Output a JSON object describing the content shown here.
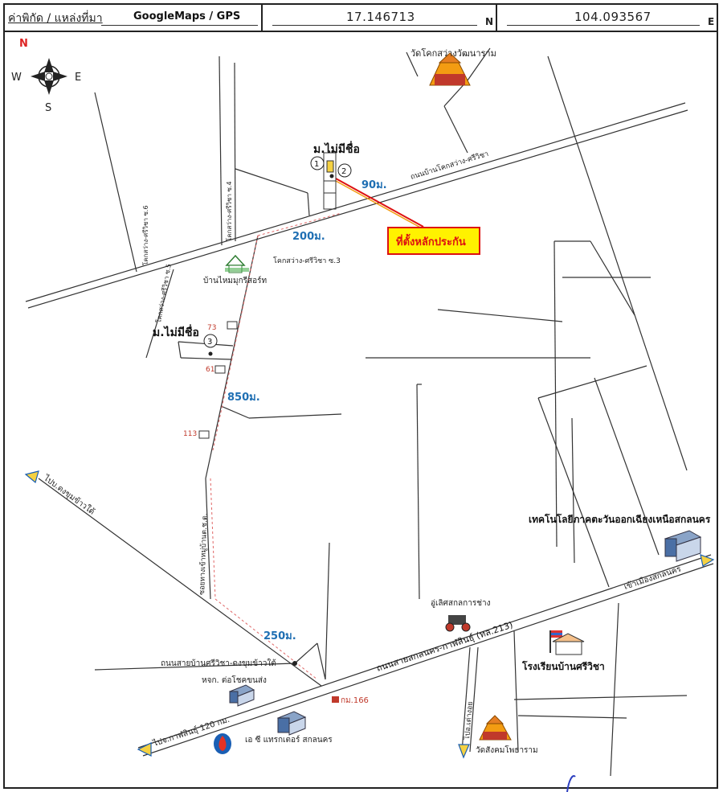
{
  "header": {
    "coord_label": "ค่าพิกัด / แหล่งที่มา",
    "source": "GoogleMaps / GPS",
    "lat": "17.146713",
    "lat_unit": "N",
    "lon": "104.093567",
    "lon_unit": "E"
  },
  "compass": {
    "n": "N",
    "s": "S",
    "e": "E",
    "w": "W"
  },
  "colors": {
    "distance_text": "#1f6fb3",
    "house_no": "#c0392b",
    "callout_bg": "#fff200",
    "callout_border": "#d11",
    "route_dash": "#e06666"
  },
  "labels": {
    "temple_top": "วัดโคกสว่างวัฒนาราม",
    "village1": "ม.ไม่มีชื่อ",
    "village2": "ม.ไม่มีชื่อ",
    "dist_90": "90ม.",
    "dist_200": "200ม.",
    "dist_850": "850ม.",
    "dist_250": "250ม.",
    "callout": "ที่ตั้งหลักประกัน",
    "road_main": "ถนนบ้านโคกสว่าง-ศรีวิชา",
    "soi6": "โคกสว่าง-ศรีวิชา ซ.6",
    "soi4": "โคกสว่าง-ศรีวิชา ซ.4",
    "soi5": "โคกสว่าง-ศรีวิชา ซ.5",
    "soi3": "โคกสว่าง-ศรีวิชา ซ.3",
    "resort": "บ้านไหมมุกรีสอร์ท",
    "house73": "73",
    "house61": "61",
    "house113": "113",
    "marker1": "1",
    "marker2": "2",
    "marker3": "3",
    "to_dong": "ไปบ.ดงขุมข้าวใต้",
    "soi_village": "ซอยทางเข้าหมู่บ้านต.ช.ต.",
    "tech_college": "เทคโนโลยีภาคตะวันออกเฉียงเหนือสกลนคร",
    "to_sakon": "เข้าเมืองสกลนคร",
    "garage": "อู่เลิศสกลการช่าง",
    "highway": "ถนนสายสกลนคร-กาฬสินธุ์ (ทล.213)",
    "road_sriwicha": "ถนนสายบ้านศรีวิชา-ดงขุมข้าวใต้",
    "school": "โรงเรียนบ้านศรีวิชา",
    "shop": "หจก. ต่อโชคขนส่ง",
    "km166": "กม.166",
    "to_kalasin": "ไปจ.กาฬสินธุ์ 120 กม.",
    "ac_tractor": "เอ ซี แทรกเตอร์ สกลนคร",
    "to_taongoi": "ไปอ.เต่างอย",
    "temple_bottom": "วัดสังคมโพธาราม"
  }
}
